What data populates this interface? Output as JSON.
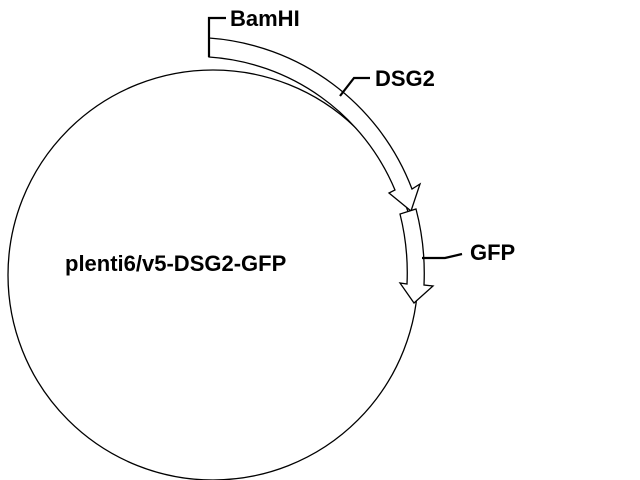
{
  "plasmid": {
    "name": "plenti6/v5-DSG2-GFP"
  },
  "features": {
    "site": {
      "label": "BamHI"
    },
    "insert": {
      "label": "DSG2"
    },
    "tag": {
      "label": "GFP"
    }
  },
  "colors": {
    "stroke": "#000000",
    "fill": "#ffffff",
    "text": "#000000"
  }
}
